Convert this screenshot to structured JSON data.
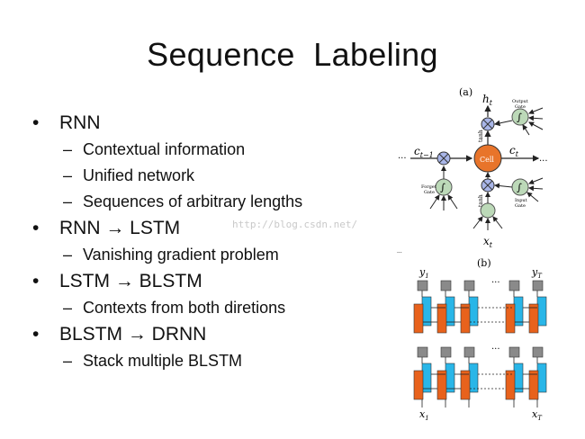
{
  "slide": {
    "title": "Sequence  Labeling",
    "bullets": [
      {
        "text": "RNN",
        "subs": [
          "Contextual information",
          "Unified network",
          "Sequences of arbitrary lengths"
        ]
      },
      {
        "text": "RNN → LSTM",
        "subs": [
          "Vanishing gradient problem"
        ]
      },
      {
        "text": "LSTM → BLSTM",
        "subs": [
          "Contexts from both diretions"
        ]
      },
      {
        "text": "BLSTM → DRNN",
        "subs": [
          "Stack multiple BLSTM"
        ]
      }
    ],
    "bullet_glyph": "•",
    "dash_glyph": "–",
    "watermark": "http://blog.csdn.net/"
  },
  "figure_a": {
    "label": "(a)",
    "h_t": "h",
    "h_sub": "t",
    "x_t": "x",
    "x_sub": "t",
    "c_prev": "c",
    "c_prev_sub": "t−1",
    "c_t": "c",
    "c_t_sub": "t",
    "ellipsis": "...",
    "cell": "Cell",
    "tanh": "tanh",
    "output_gate": [
      "Output",
      "Gate"
    ],
    "forget_gate": [
      "Forget",
      "Gate"
    ],
    "input_gate": [
      "Input",
      "Gate"
    ],
    "gate_symbol": "∫",
    "colors": {
      "cell": "#e8742a",
      "gate": "#bcd9b8",
      "multiplier": "#a9b6e8"
    }
  },
  "figure_b": {
    "label": "(b)",
    "y1": "y",
    "y1_sub": "1",
    "yT": "y",
    "yT_sub": "T",
    "x1": "x",
    "x1_sub": "1",
    "xT": "x",
    "xT_sub": "T",
    "ellipsis": "...",
    "colors": {
      "forward": "#e8621c",
      "backward": "#29b6e8",
      "output": "#8a8a8a"
    }
  },
  "ellipsis_mark": "..."
}
